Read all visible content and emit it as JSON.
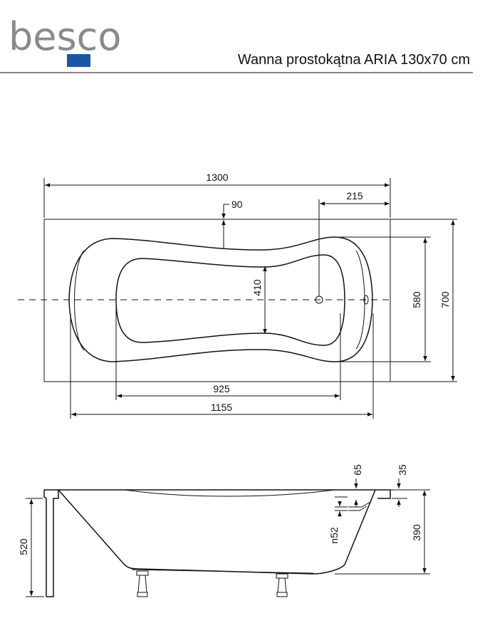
{
  "brand": {
    "logo_text": "besco",
    "accent_color": "#1a56a8",
    "logo_color": "#8a8a8a"
  },
  "header": {
    "title": "Wanna prostokątna ARIA 130x70 cm"
  },
  "top_view": {
    "length": "1300",
    "rim_offset": "90",
    "drain_offset": "215",
    "inner_width": "410",
    "basin_width": "580",
    "total_width": "700",
    "bottom_length": "925",
    "inner_length": "1155"
  },
  "side_view": {
    "overflow": "65",
    "rim_thickness": "35",
    "total_height": "520",
    "drain_label": "n52",
    "depth": "390"
  }
}
